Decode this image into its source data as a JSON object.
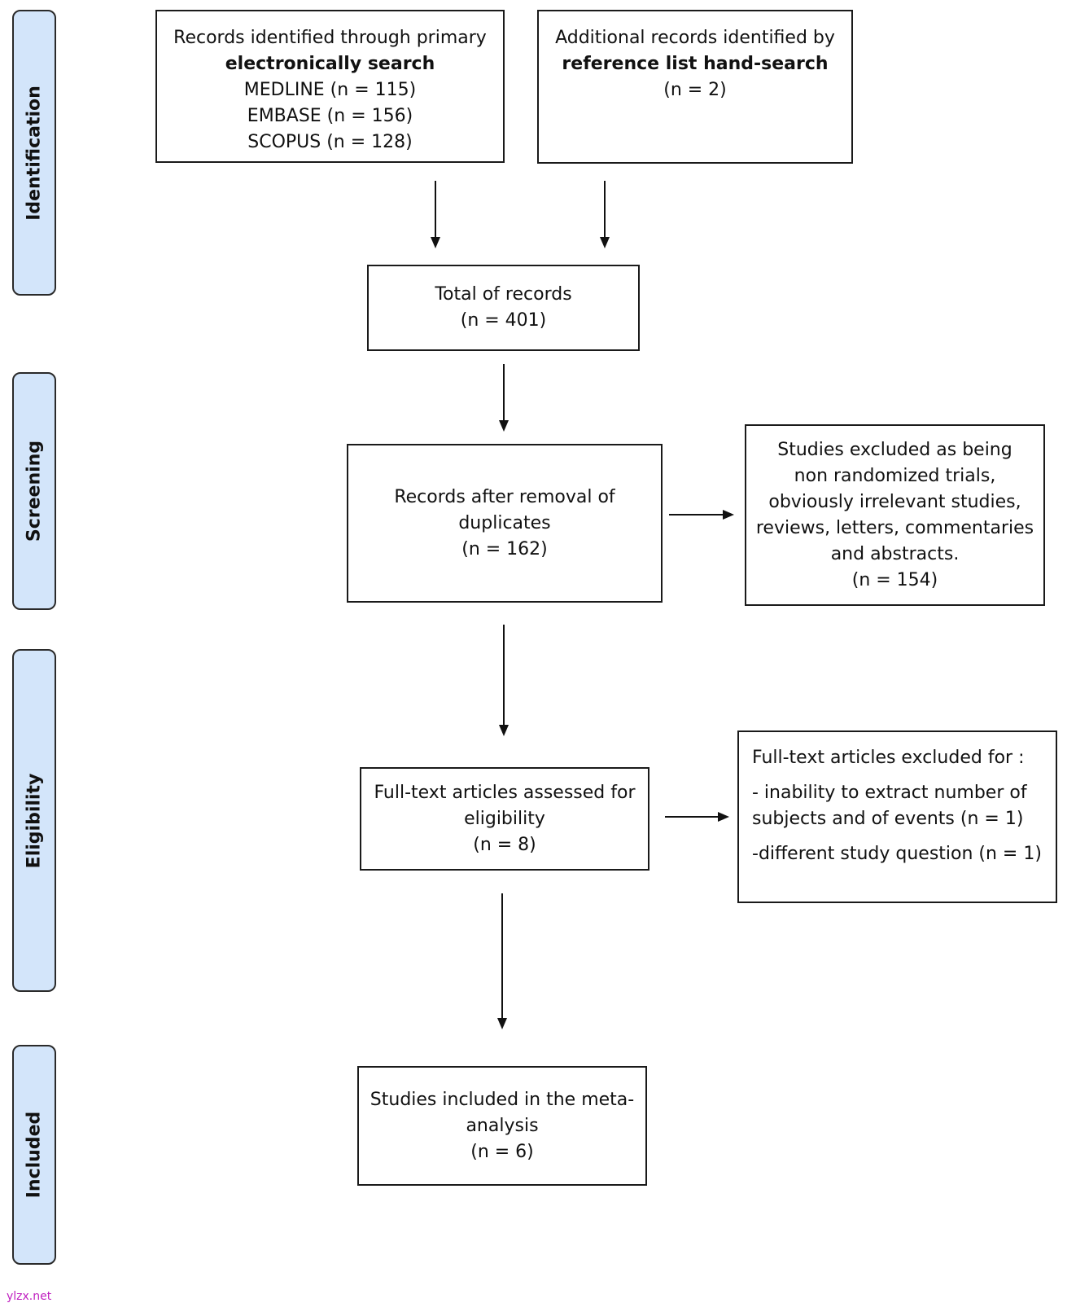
{
  "stages": {
    "identification": "Identification",
    "screening": "Screening",
    "eligibility": "Eligibility",
    "included": "Included"
  },
  "boxes": {
    "primary_search": {
      "line1": "Records identified through primary",
      "line2": "electronically search",
      "line3": "MEDLINE (n = 115)",
      "line4": "EMBASE (n = 156)",
      "line5": "SCOPUS (n = 128)"
    },
    "hand_search": {
      "line1": "Additional records identified by",
      "line2": "reference list hand-search",
      "line3": "(n =  2)"
    },
    "total": {
      "line1": "Total of records",
      "line2": "(n =  401)"
    },
    "after_duplicates": {
      "line1": "Records after removal of",
      "line2": "duplicates",
      "line3": "(n =  162)"
    },
    "excluded_screening": {
      "line1": "Studies excluded as being",
      "line2": "non randomized trials,",
      "line3": "obviously irrelevant studies,",
      "line4": "reviews, letters, commentaries",
      "line5": "and abstracts.",
      "line6": "(n = 154)"
    },
    "full_text": {
      "line1": "Full-text articles assessed for",
      "line2": "eligibility",
      "line3": "(n =  8)"
    },
    "excluded_fulltext": {
      "line1": "Full-text articles excluded for :",
      "line2": "- inability to extract number of",
      "line3": "subjects and of events  (n = 1)",
      "line4": "-different study question  (n = 1)"
    },
    "included": {
      "line1": "Studies included in the meta-",
      "line2": "analysis",
      "line3": "(n =  6)"
    }
  },
  "watermark": "ylzx.net",
  "colors": {
    "stage_fill": "#d3e5fa",
    "border": "#1a1a1a",
    "watermark": "#c020c0"
  }
}
